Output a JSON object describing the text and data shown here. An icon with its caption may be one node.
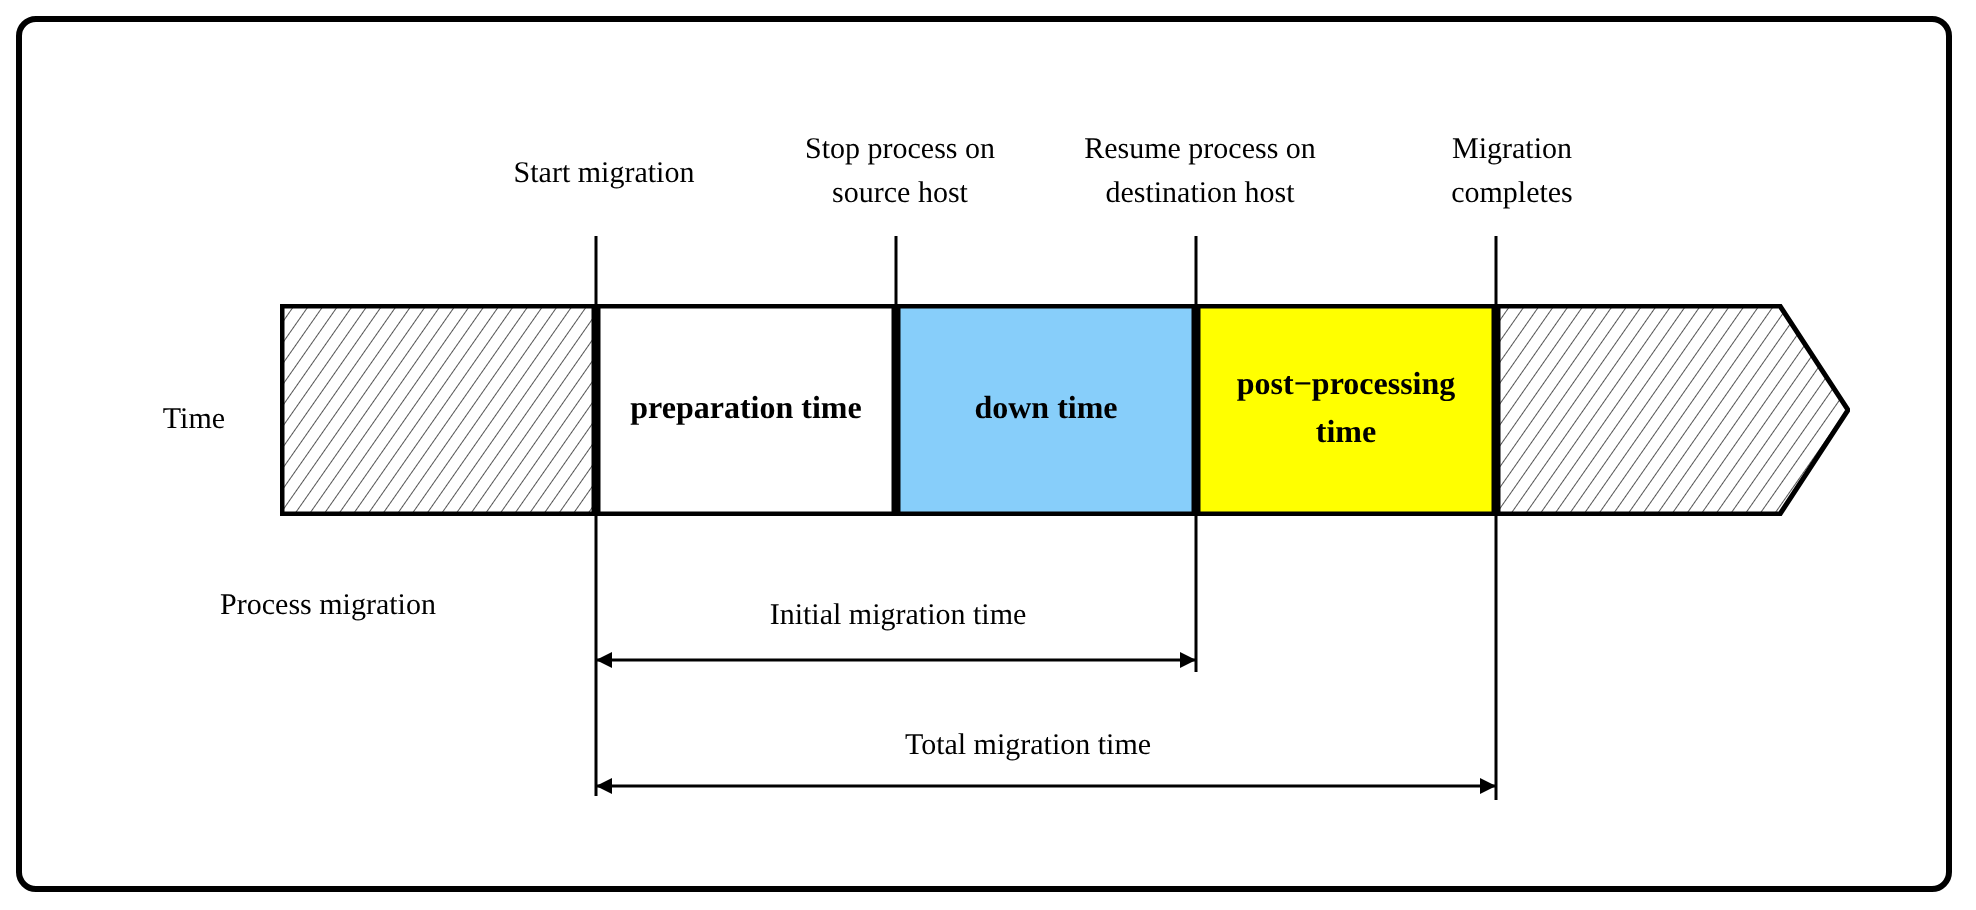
{
  "diagram": {
    "nodes": [
      {
        "text": [],
        "shape": "box"
      },
      {
        "text": [
          "preparation time"
        ]
      },
      {
        "text": [
          "down time"
        ]
      },
      {
        "text": [
          "post−processing time"
        ]
      },
      {
        "text": [],
        "shape": "arrow"
      }
    ],
    "labels": [
      "Start migration",
      "Stop process on source host",
      "Resume process on destination host",
      "Migration completes",
      "Time",
      "Process migration",
      "Initial migration time",
      "Total migration time"
    ]
  }
}
